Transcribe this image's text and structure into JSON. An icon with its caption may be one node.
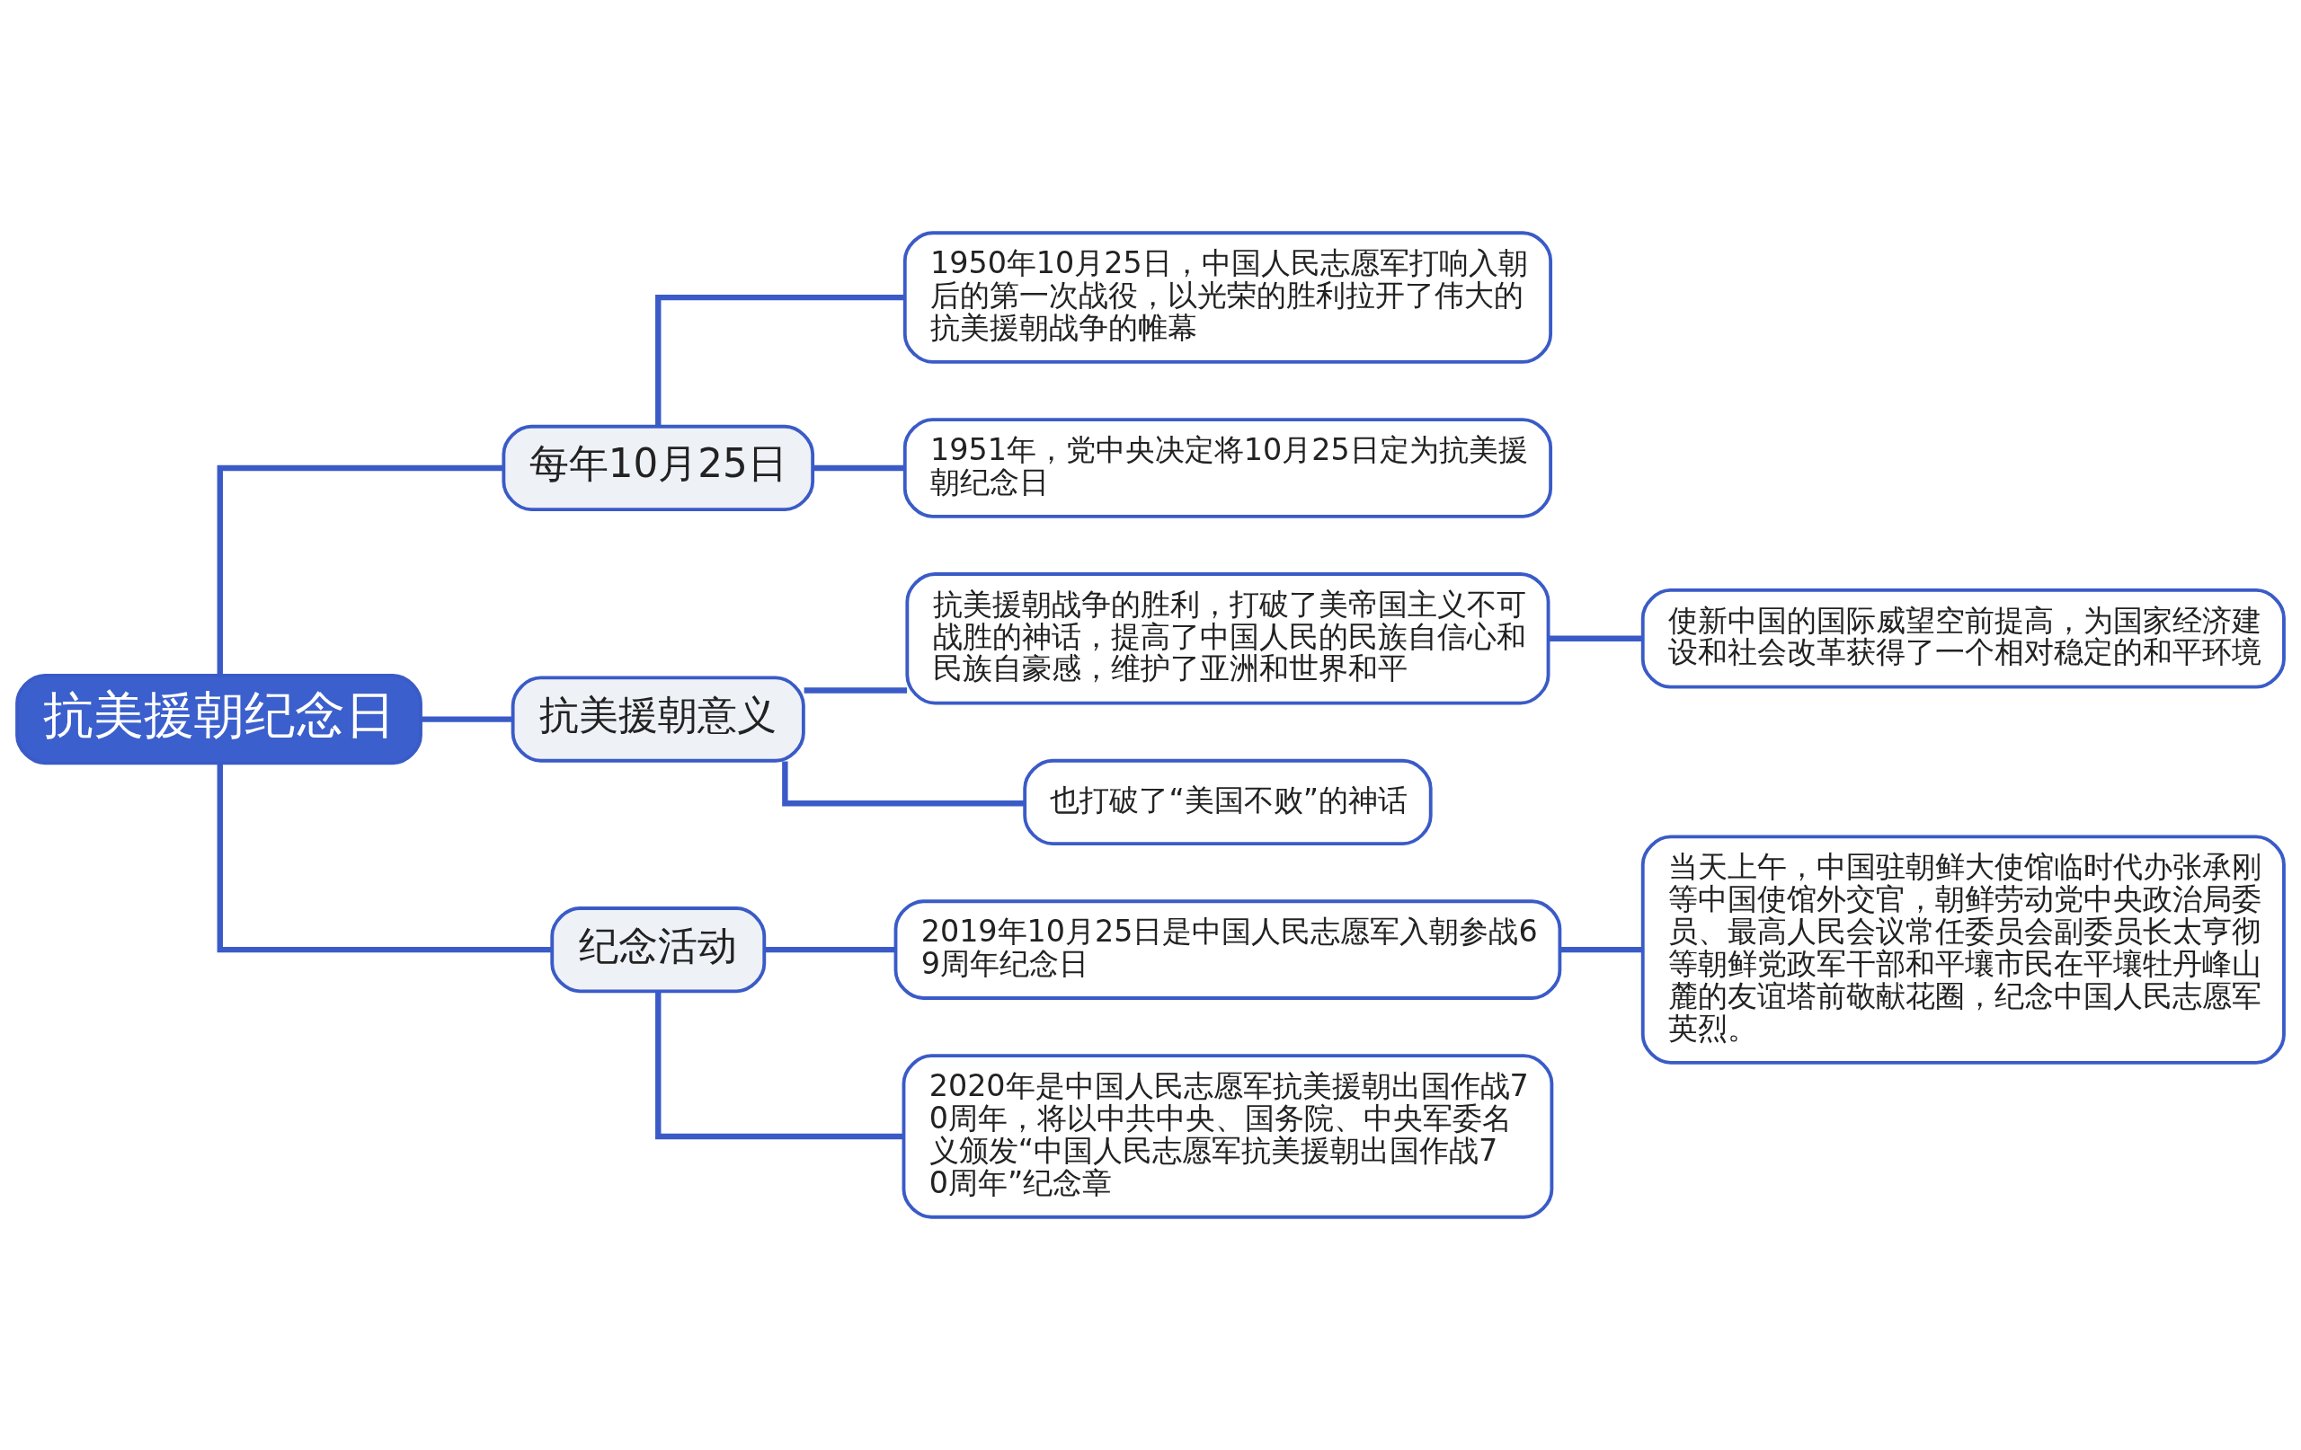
{
  "diagram": {
    "nodes": [
      {
        "text": [
          "抗美援朝纪念日"
        ]
      },
      {
        "text": [
          "每年10月25日"
        ]
      },
      {
        "text": [
          "1950年10月25日，中国人民志愿军打响入朝后的第一次战役，以光荣的胜利拉开了伟大的抗美援朝战争的帷幕"
        ]
      },
      {
        "text": [
          "1951年，党中央决定将10月25日定为抗美援朝纪念日"
        ]
      },
      {
        "text": [
          "抗美援朝意义"
        ]
      },
      {
        "text": [
          "抗美援朝战争的胜利，打破了美帝国主义不可战胜的神话，提高了中国人民的民族自信心和民族自豪感，维护了亚洲和世界和平"
        ]
      },
      {
        "text": [
          "使新中国的国际威望空前提高，为国家经济建设和社会改革获得了一个相对稳定的和平环境"
        ]
      },
      {
        "text": [
          "也打破了“美国不败”的神话"
        ]
      },
      {
        "text": [
          "纪念活动"
        ]
      },
      {
        "text": [
          "2019年10月25日是中国人民志愿军入朝参战69周年纪念日"
        ]
      },
      {
        "text": [
          "当天上午，中国驻朝鲜大使馆临时代办张承刚等中国使馆外交官，朝鲜劳动党中央政治局委员、最高人民会议常任委员会副委员长太亨彻等朝鲜党政军干部和平壤市民在平壤牡丹峰山麓的友谊塔前敬献花圈，纪念中国人民志愿军英烈。"
        ]
      },
      {
        "text": [
          "2020年是中国人民志愿军抗美援朝出国作战70周年，将以中共中央、国务院、中央军委名义颁发“中国人民志愿军抗美援朝出国作战70周年”纪念章"
        ]
      }
    ],
    "edges": [
      {
        "from": 0,
        "to": 1,
        "arrow": "none"
      },
      {
        "from": 1,
        "to": 2,
        "arrow": "none"
      },
      {
        "from": 1,
        "to": 3,
        "arrow": "none"
      },
      {
        "from": 0,
        "to": 4,
        "arrow": "none"
      },
      {
        "from": 4,
        "to": 5,
        "arrow": "none"
      },
      {
        "from": 5,
        "to": 6,
        "arrow": "none"
      },
      {
        "from": 4,
        "to": 7,
        "arrow": "none"
      },
      {
        "from": 0,
        "to": 8,
        "arrow": "none"
      },
      {
        "from": 8,
        "to": 9,
        "arrow": "none"
      },
      {
        "from": 9,
        "to": 10,
        "arrow": "none"
      },
      {
        "from": 8,
        "to": 11,
        "arrow": "none"
      }
    ]
  }
}
